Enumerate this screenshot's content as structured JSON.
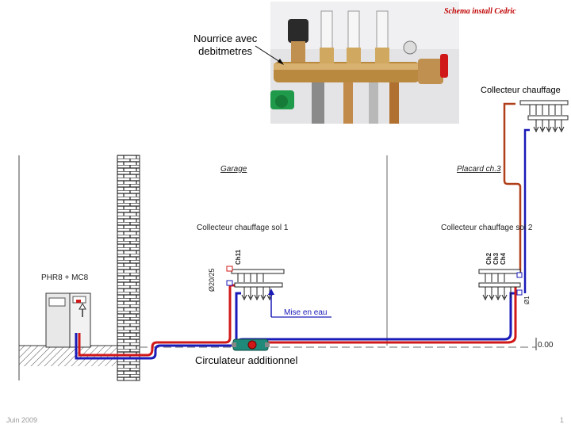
{
  "title": "Schema install Cedric",
  "photo_caption": [
    "Nourrice avec",
    "debitmetres"
  ],
  "collector_top_label": "Collecteur chauffage",
  "rooms": {
    "garage": "Garage",
    "placard": "Placard ch.3"
  },
  "collector_sol1": "Collecteur chauffage sol 1",
  "collector_sol2": "Collecteur chauffage sol 2",
  "boiler_label": "PHR8 + MC8",
  "pipe_size": "Ø20/25",
  "pipe_size_2": "Ø1",
  "circuit_code": "Ch11",
  "circuit_codes_2": [
    "Ch2",
    "Ch3",
    "Ch4"
  ],
  "mise_en_eau": "Mise en eau",
  "circulateur": "Circulateur additionnel",
  "level": "0.00",
  "footer_date": "Juin 2009",
  "page_number": "1",
  "colors": {
    "supply": "#d01818",
    "return": "#1a1ab8",
    "top_supply": "#b0401a",
    "title": "#c00000"
  }
}
